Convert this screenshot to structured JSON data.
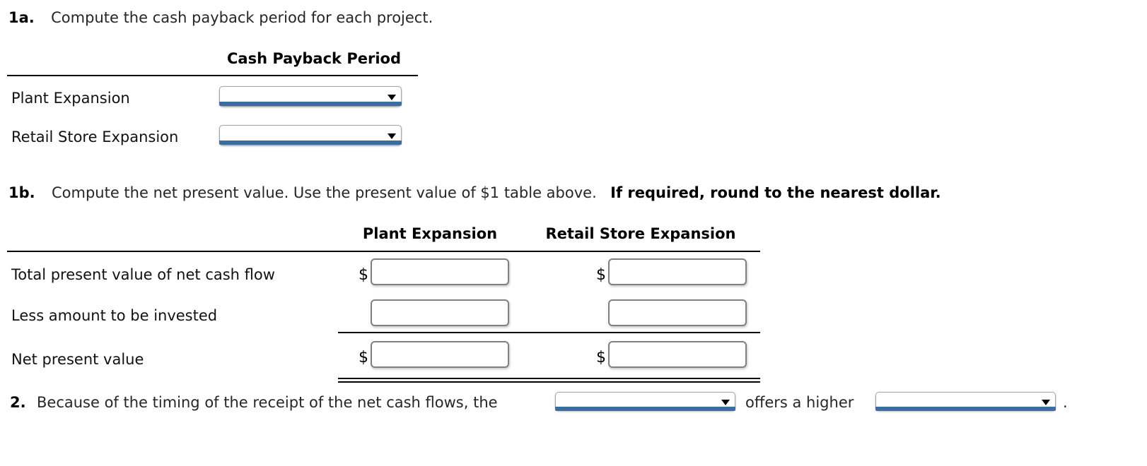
{
  "q1a": {
    "number": "1a.",
    "text": "Compute the cash payback period for each project.",
    "table": {
      "header": "Cash Payback Period",
      "rows": [
        {
          "label": "Plant Expansion",
          "dropdown_value": "",
          "icon": "chevron-down-icon"
        },
        {
          "label": "Retail Store Expansion",
          "dropdown_value": "",
          "icon": "chevron-down-icon"
        }
      ]
    }
  },
  "q1b": {
    "number": "1b.",
    "text_normal": "Compute the net present value. Use the present value of $1 table above.",
    "text_bold": "If required, round to the nearest dollar.",
    "table": {
      "columns": [
        "Plant Expansion",
        "Retail Store Expansion"
      ],
      "rows": [
        {
          "label": "Total present value of net cash flow",
          "plant": {
            "currency": "$",
            "value": ""
          },
          "retail": {
            "currency": "$",
            "value": ""
          }
        },
        {
          "label": "Less amount to be invested",
          "plant": {
            "currency": "",
            "value": ""
          },
          "retail": {
            "currency": "",
            "value": ""
          }
        },
        {
          "label": "Net present value",
          "plant": {
            "currency": "$",
            "value": ""
          },
          "retail": {
            "currency": "$",
            "value": ""
          }
        }
      ]
    }
  },
  "q2": {
    "number": "2.",
    "text_before": "Because of the timing of the receipt of the net cash flows, the",
    "dropdown1_value": "",
    "text_middle": "offers a higher",
    "dropdown2_value": "",
    "text_after": "."
  },
  "colors": {
    "dropdown_accent": "#3c6d9e",
    "rule": "#000000",
    "input_border": "#808080",
    "text": "#262626"
  }
}
